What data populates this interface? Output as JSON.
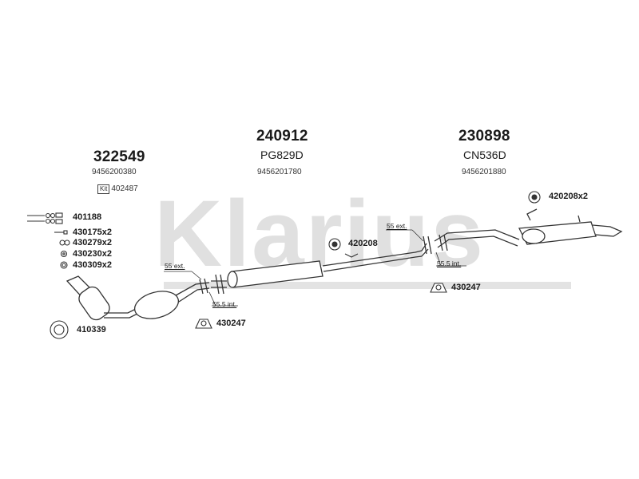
{
  "watermark": "Klarius",
  "assemblies": [
    {
      "number": "322549",
      "code": "",
      "oe": "9456200380"
    },
    {
      "number": "240912",
      "code": "PG829D",
      "oe": "9456201780"
    },
    {
      "number": "230898",
      "code": "CN536D",
      "oe": "9456201880"
    }
  ],
  "kit": {
    "badge": "Kit",
    "number": "402487"
  },
  "fitting_parts": [
    "401188",
    "430175x2",
    "430279x2",
    "430230x2",
    "430309x2",
    "410339",
    "430247",
    "420208",
    "430247",
    "420208x2"
  ],
  "annotations": [
    "55 ext.",
    "55.5 int.",
    "55 ext.",
    "55.5 int."
  ],
  "colors": {
    "pipe_stroke": "#333333",
    "pipe_fill": "#ffffff",
    "watermark": "#d9d9d9",
    "text": "#1a1a1a"
  }
}
